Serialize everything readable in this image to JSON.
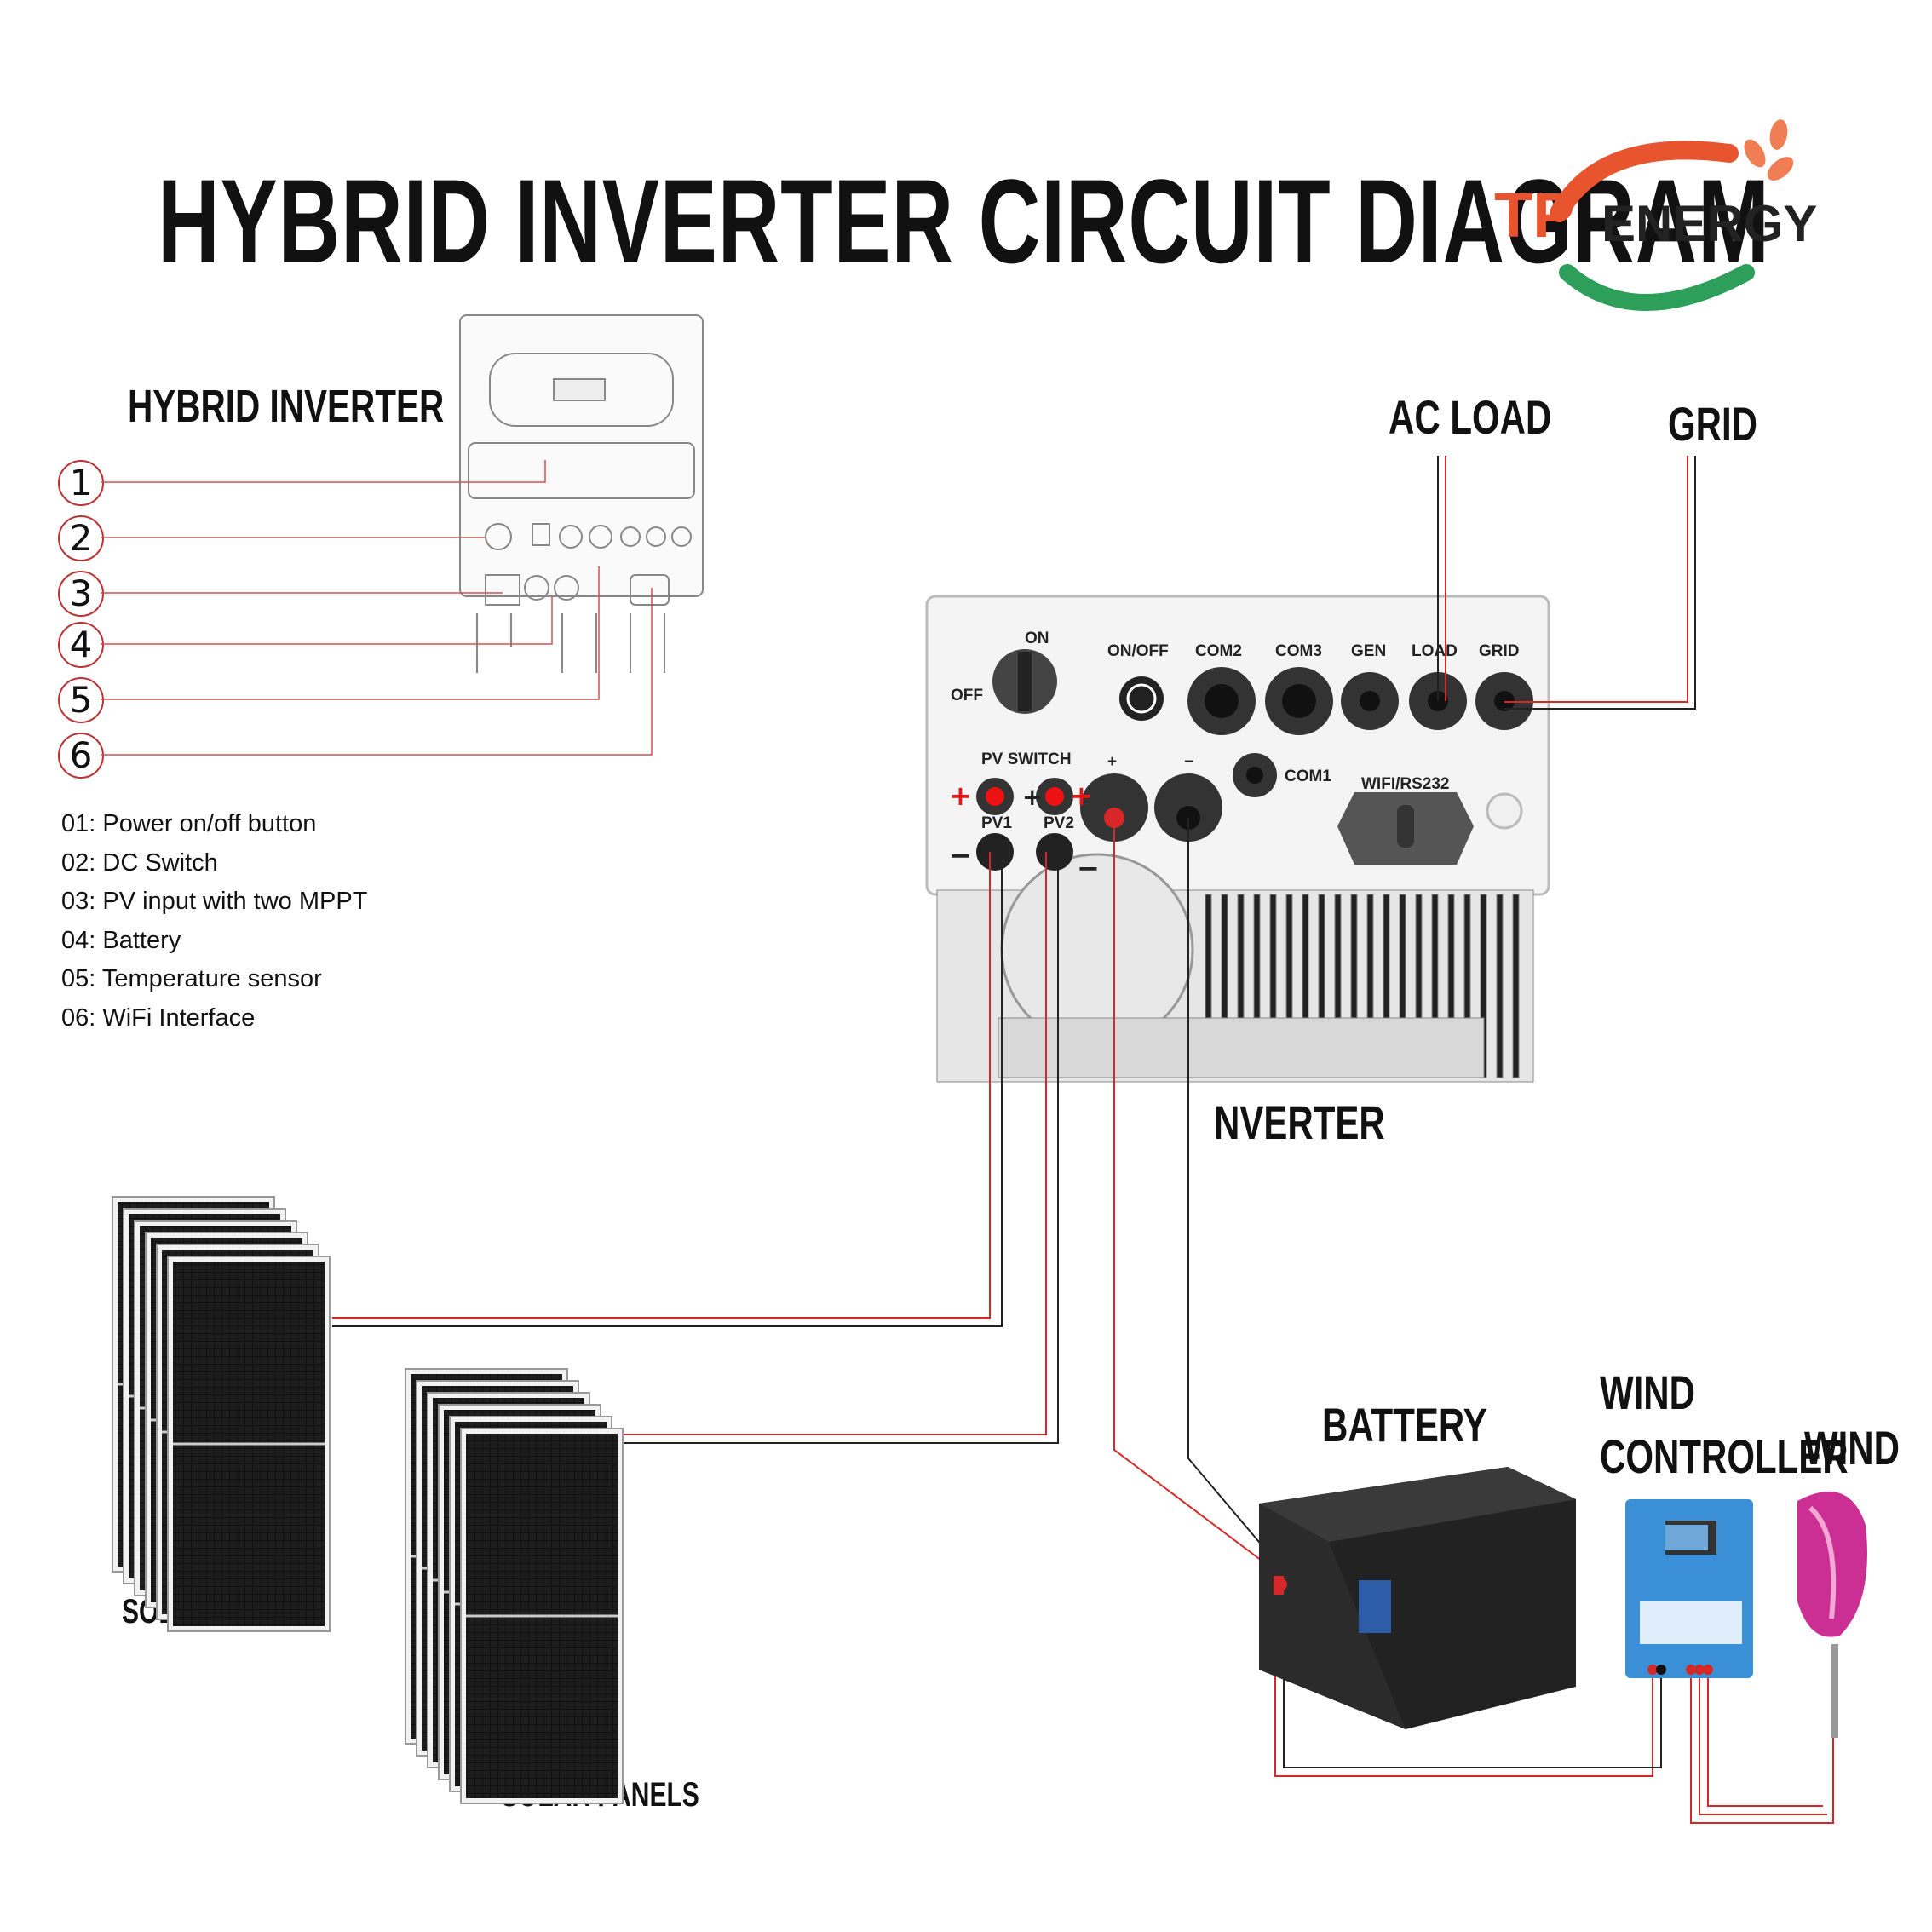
{
  "title": "HYBRID INVERTER CIRCUIT DIAGRAM",
  "logo": {
    "mark": "TP",
    "text": "ENERGY",
    "colors": {
      "red": "#e8542e",
      "green": "#2e9e5b",
      "orange": "#f07d54"
    }
  },
  "labels": {
    "hybrid_inverter": "HYBRID INVERTER",
    "ac_load": "AC LOAD",
    "grid": "GRID",
    "inverter": "NVERTER",
    "solar_panels_1": "SOLAR PANELS",
    "solar_panels_2": "SOLAR PANELS",
    "battery": "BATTERY",
    "wind_controller_line1": "WIND",
    "wind_controller_line2": "CONTROLLER",
    "wind": "WIND"
  },
  "callouts": [
    "1",
    "2",
    "3",
    "4",
    "5",
    "6"
  ],
  "legend": [
    "01: Power on/off button",
    "02: DC Switch",
    "03: PV input with two MPPT",
    "04: Battery",
    "05: Temperature sensor",
    "06: WiFi Interface"
  ],
  "inverter_ports": {
    "on": "ON",
    "off": "OFF",
    "onoff": "ON/OFF",
    "com2": "COM2",
    "com3": "COM3",
    "gen": "GEN",
    "load": "LOAD",
    "grid": "GRID",
    "pv_switch": "PV SWITCH",
    "plus": "+",
    "minus": "−",
    "com1": "COM1",
    "wifi": "WIFI/RS232",
    "pv1": "PV1",
    "pv2": "PV2"
  },
  "wire_colors": {
    "positive": "#d62828",
    "negative": "#222222"
  }
}
